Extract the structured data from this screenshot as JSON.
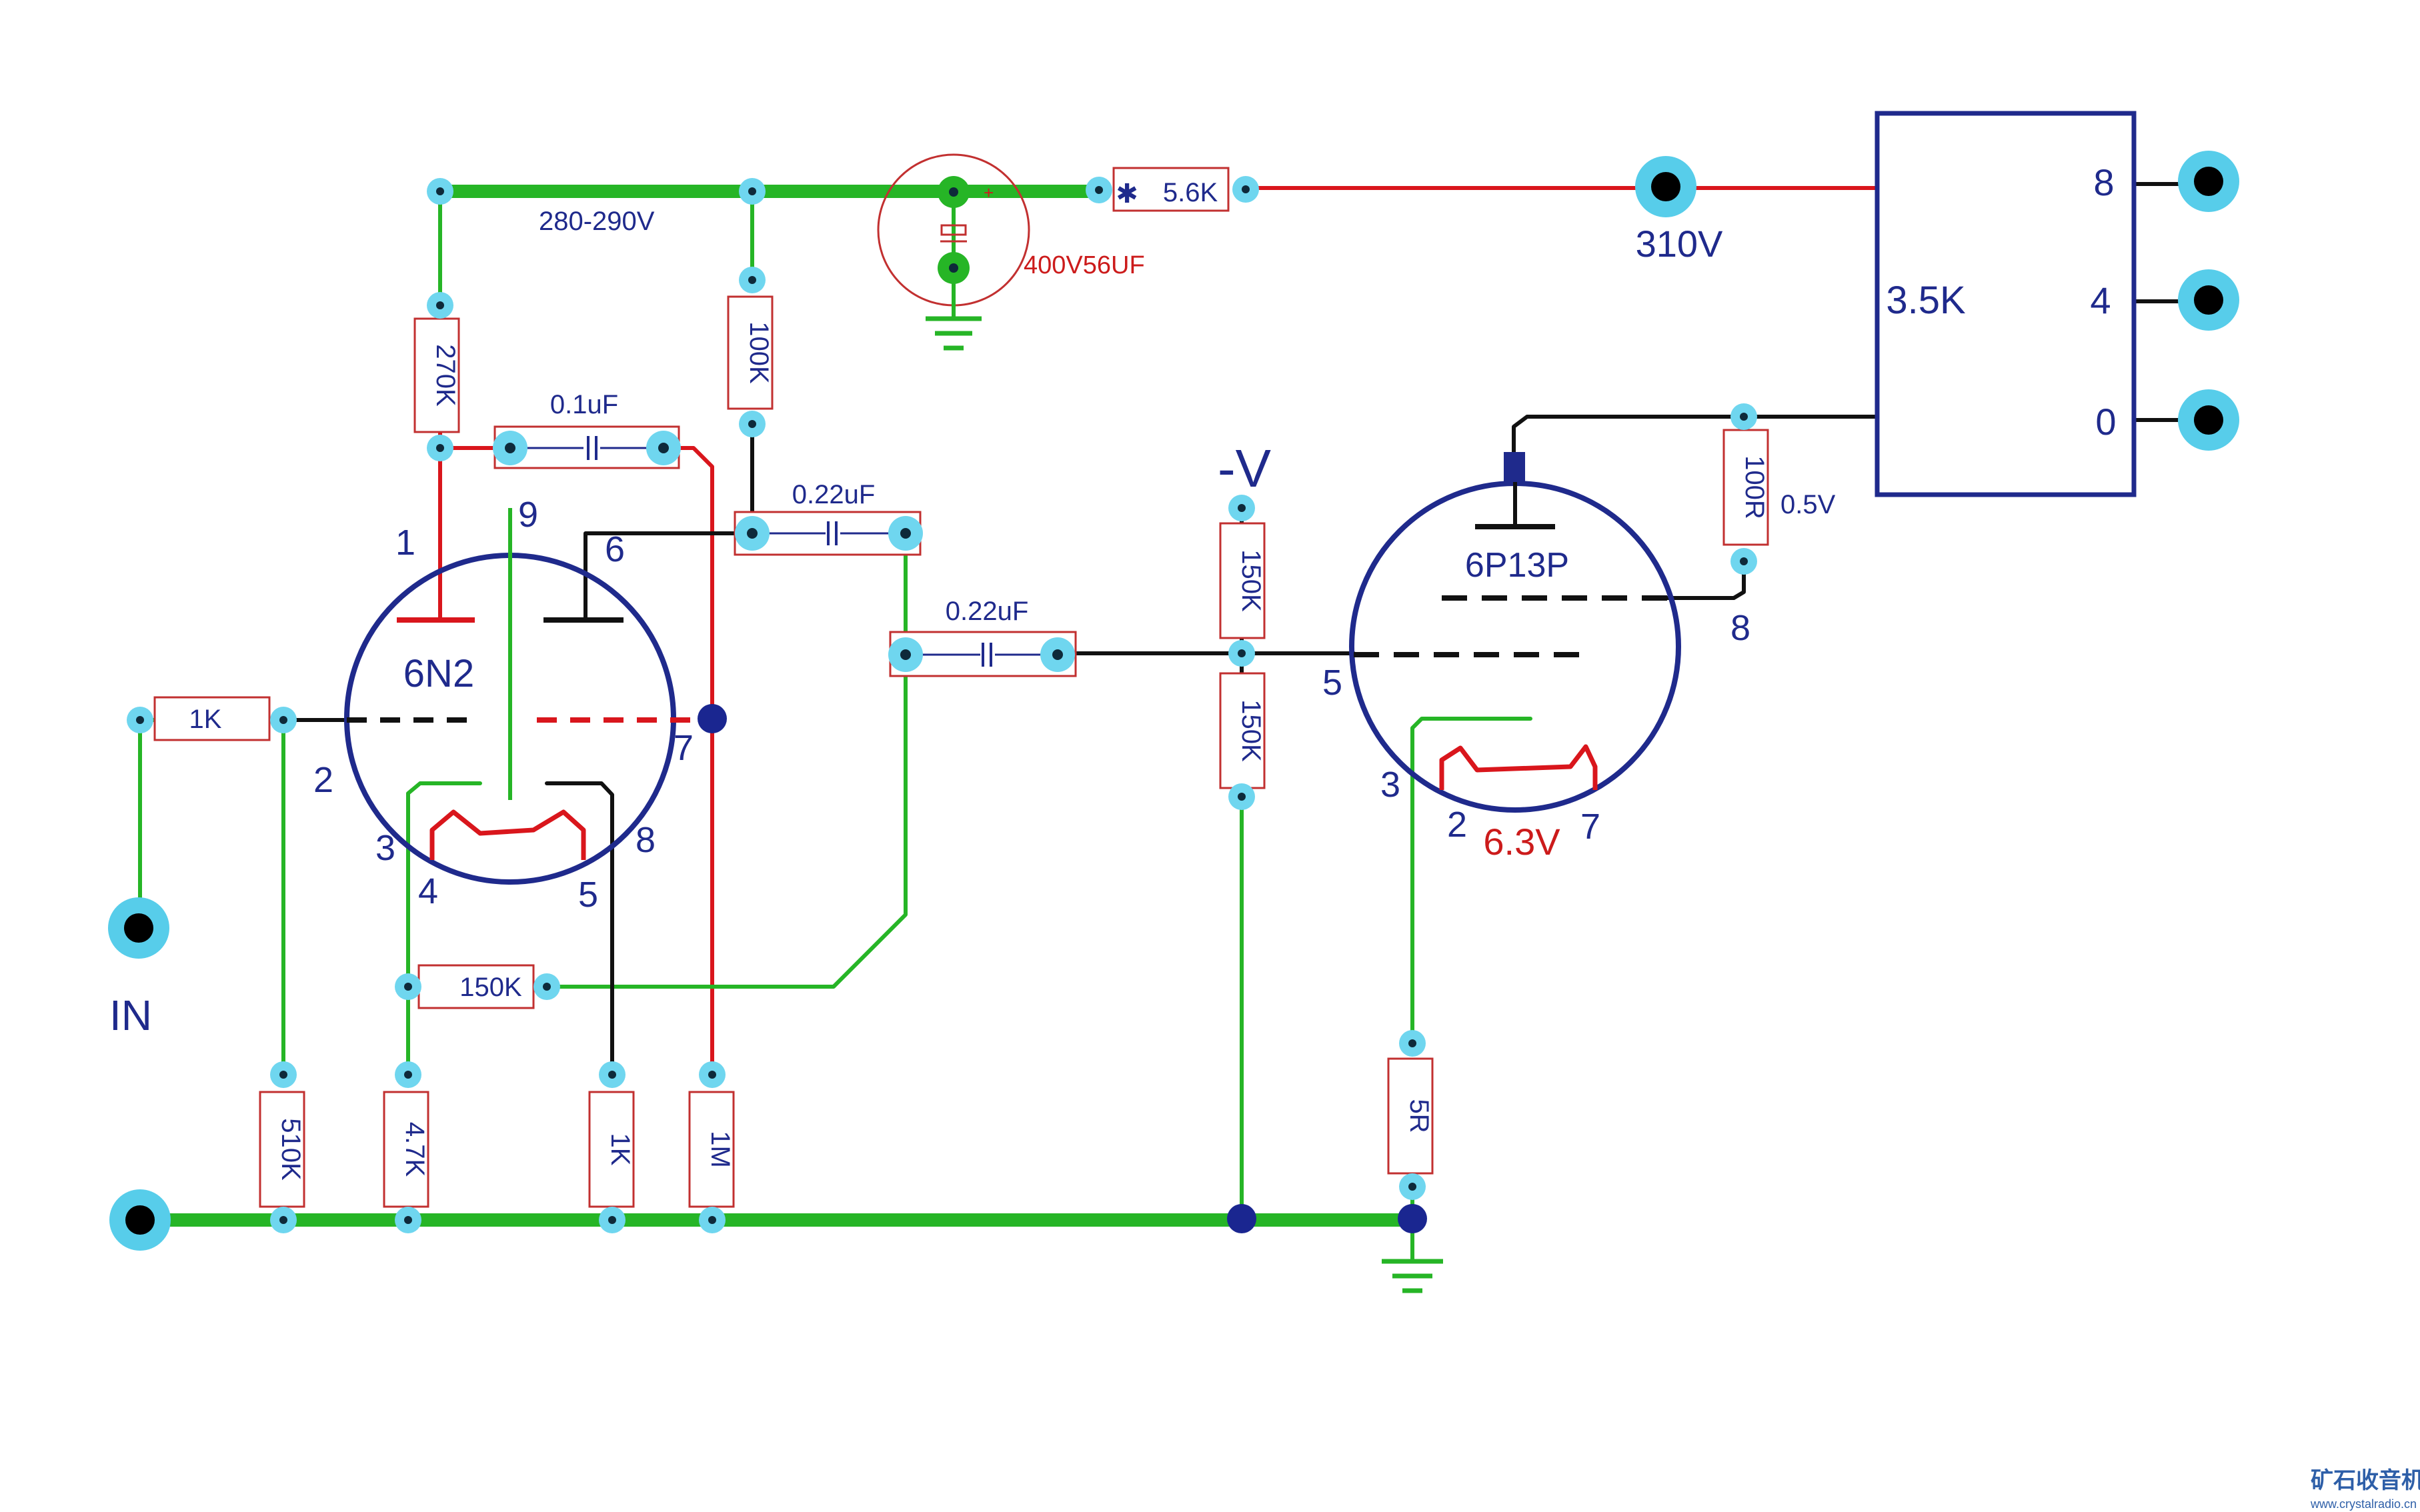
{
  "colors": {
    "wire_hv": "#26b526",
    "wire_red": "#d9161c",
    "wire_black": "#111111",
    "ink_blue": "#1f2a8c",
    "pad": "#6fd6ef"
  },
  "labels": {
    "in": "IN",
    "rail_280": "280-290V",
    "rail_310": "310V",
    "neg_v": "-V",
    "heater": "6.3V",
    "bias_05": "0.5V",
    "transformer": "3.5K"
  },
  "tubes": {
    "t1": {
      "name": "6N2",
      "pins": {
        "p1": "1",
        "p2": "2",
        "p3": "3",
        "p4": "4",
        "p5": "5",
        "p6": "6",
        "p7": "7",
        "p8": "8",
        "p9": "9"
      }
    },
    "t2": {
      "name": "6P13P",
      "pins": {
        "p2": "2",
        "p3": "3",
        "p5": "5",
        "p7": "7",
        "p8": "8"
      }
    }
  },
  "transformer_taps": {
    "t8": "8",
    "t4": "4",
    "t0": "0"
  },
  "components": {
    "r_1k_in": "1K",
    "r_270k": "270K",
    "r_100k": "100K",
    "r_510k": "510K",
    "r_4k7": "4.7K",
    "r_1k_cath": "1K",
    "r_1m": "1M",
    "r_150k_fb": "150K",
    "r_150k_top": "150K",
    "r_150k_bot": "150K",
    "r_5r": "5R",
    "r_100r": "100R",
    "r_5k6": "5.6K",
    "c_01": "0.1uF",
    "c_022_a": "0.22uF",
    "c_022_b": "0.22uF",
    "c_filter": "400V56UF"
  },
  "watermark": {
    "cn": "矿石收音机",
    "url": "www.crystalradio.cn"
  }
}
